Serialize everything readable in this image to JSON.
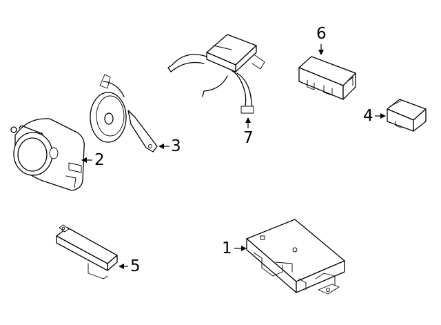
{
  "callouts": [
    {
      "id": "1",
      "label": "1",
      "part": "control-module"
    },
    {
      "id": "2",
      "label": "2",
      "part": "siren"
    },
    {
      "id": "3",
      "label": "3",
      "part": "horn"
    },
    {
      "id": "4",
      "label": "4",
      "part": "small-relay-module"
    },
    {
      "id": "5",
      "label": "5",
      "part": "sensor-bar"
    },
    {
      "id": "6",
      "label": "6",
      "part": "receiver-module"
    },
    {
      "id": "7",
      "label": "7",
      "part": "harness-module"
    }
  ],
  "colors": {
    "line": "#000000",
    "background": "#ffffff"
  }
}
